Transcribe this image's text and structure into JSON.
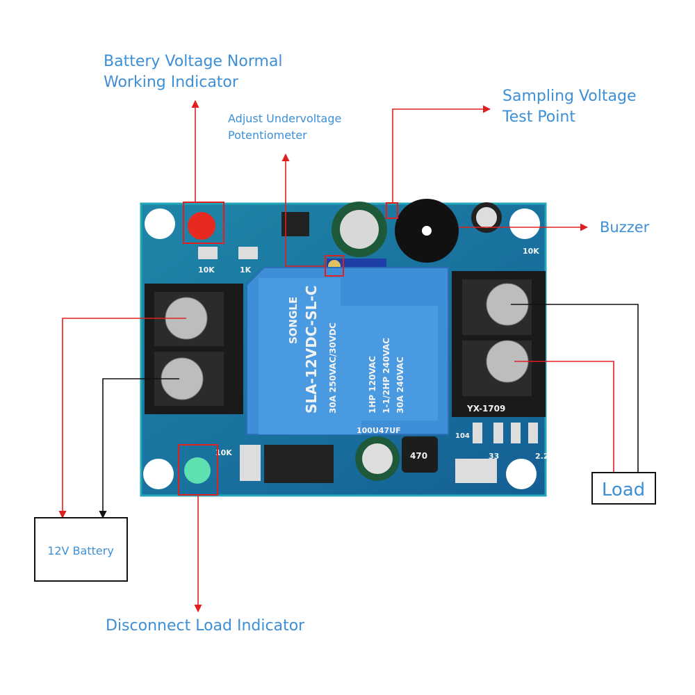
{
  "annotations": {
    "battery_normal_line1": "Battery Voltage Normal",
    "battery_normal_line2": "Working Indicator",
    "potentiometer_line1": "Adjust Undervoltage",
    "potentiometer_line2": "Potentiometer",
    "sampling_line1": "Sampling Voltage",
    "sampling_line2": "Test Point",
    "buzzer": "Buzzer",
    "load": "Load",
    "battery": "12V Battery",
    "disconnect": "Disconnect Load Indicator"
  },
  "board": {
    "relay_brand": "SONGLE",
    "relay_model": "SLA-12VDC-SL-C",
    "relay_rating1": "30A  250VAC/30VDC",
    "relay_rating2": "1HP 120VAC",
    "relay_rating3": "1-1/2HP 240VAC",
    "relay_rating4": "30A  240VAC",
    "model": "YX-1709",
    "r1": "10K",
    "r2": "1K",
    "r3": "10K",
    "r4": "10K",
    "inductor": "470",
    "cap": "100U47UF",
    "r5": "33",
    "r6": "2.2",
    "r7": "104"
  },
  "colors": {
    "label": "#3d8fd6",
    "pointer_red": "#e02020",
    "pointer_black": "#111111",
    "pcb": "#1a6fa0",
    "relay": "#3f8fd8"
  }
}
